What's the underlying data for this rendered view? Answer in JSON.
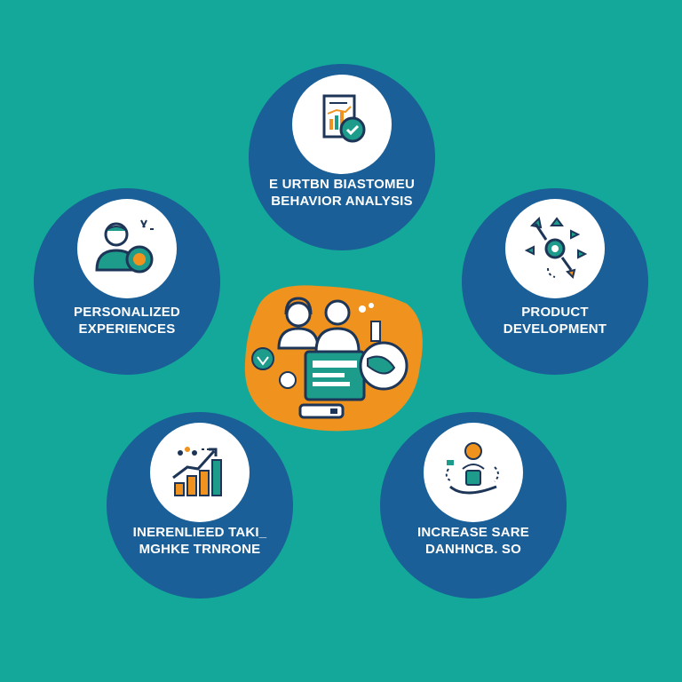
{
  "nodes": {
    "top": {
      "line1": "E URTBN BIASTOMEU",
      "line2": "BEHAVIOR ANALYSIS"
    },
    "left": {
      "line1": "PERSONALIZED",
      "line2": "EXPERIENCES"
    },
    "right": {
      "line1": "PRODUCT",
      "line2": "DEVELOPMENT"
    },
    "bottom_left": {
      "line1": "INERENLIEED TAKI_",
      "line2": "MGHKE TRNRONE"
    },
    "bottom_right": {
      "line1": "INCREASE SARE",
      "line2": "DANHNCB. SO"
    }
  },
  "colors": {
    "background": "#14a89a",
    "node_fill": "#1a5f97",
    "accent_orange": "#f0921e",
    "accent_teal": "#1d9c8c",
    "dark_navy": "#1d3557"
  },
  "icons": [
    "report-chart-icon",
    "person-badge-icon",
    "arrows-network-icon",
    "growth-chart-icon",
    "person-hand-icon",
    "customers-device-icon"
  ]
}
